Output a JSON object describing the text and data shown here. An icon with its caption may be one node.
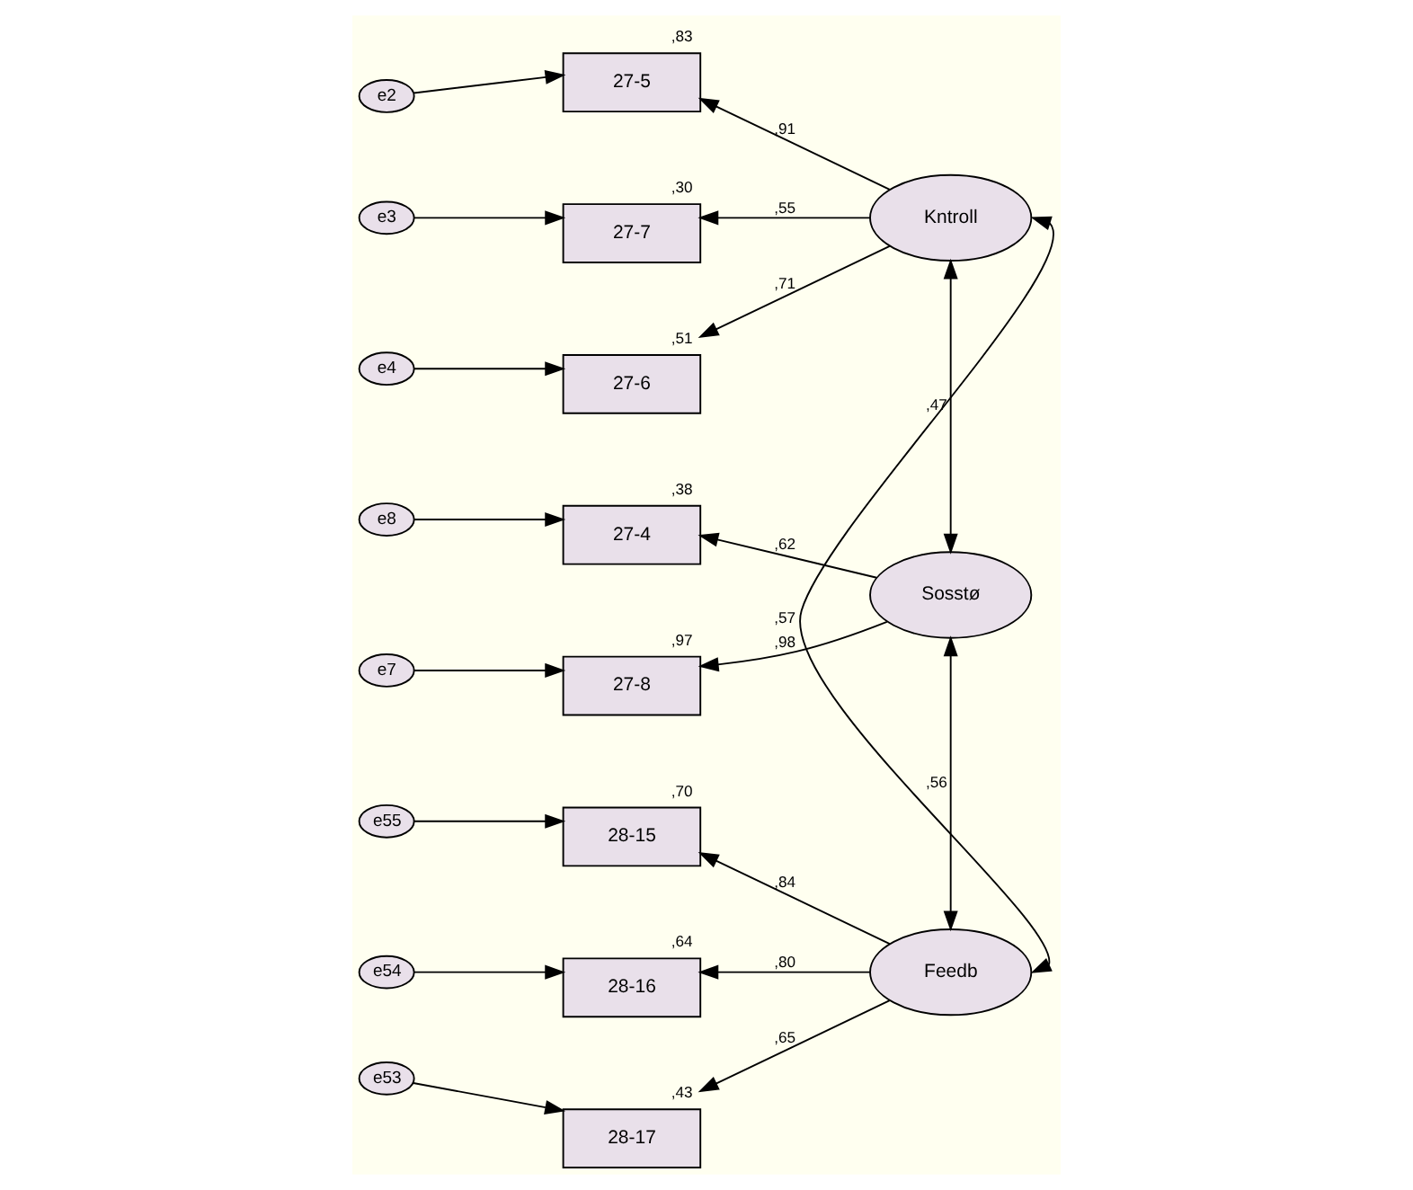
{
  "diagram": {
    "nodes": [
      {
        "text": [
          "e2"
        ]
      },
      {
        "text": [
          "27-5"
        ],
        "beside": [
          ",83"
        ]
      },
      {
        "text": [
          "e3"
        ]
      },
      {
        "text": [
          "27-7"
        ],
        "beside": [
          ",30"
        ]
      },
      {
        "text": [
          "Kntroll"
        ]
      },
      {
        "text": [
          "e4"
        ]
      },
      {
        "text": [
          "27-6"
        ],
        "beside": [
          ",51"
        ]
      },
      {
        "text": [
          "e8"
        ]
      },
      {
        "text": [
          "27-4"
        ],
        "beside": [
          ",38"
        ]
      },
      {
        "text": [
          "Sosstø"
        ]
      },
      {
        "text": [
          "e7"
        ]
      },
      {
        "text": [
          "27-8"
        ],
        "beside": [
          ",97"
        ]
      },
      {
        "text": [
          "e55"
        ]
      },
      {
        "text": [
          "28-15"
        ],
        "beside": [
          ",70"
        ]
      },
      {
        "text": [
          "e54"
        ]
      },
      {
        "text": [
          "28-16"
        ],
        "beside": [
          ",64"
        ]
      },
      {
        "text": [
          "Feedb"
        ]
      },
      {
        "text": [
          "e53"
        ]
      },
      {
        "text": [
          "28-17"
        ],
        "beside": [
          ",43"
        ]
      }
    ],
    "edges": [
      {
        "from": 0,
        "to": 1,
        "arrow": "to"
      },
      {
        "from": 2,
        "to": 3,
        "arrow": "to"
      },
      {
        "from": 5,
        "to": 6,
        "arrow": "to"
      },
      {
        "from": 7,
        "to": 8,
        "arrow": "to"
      },
      {
        "from": 10,
        "to": 11,
        "arrow": "to"
      },
      {
        "from": 12,
        "to": 13,
        "arrow": "to"
      },
      {
        "from": 14,
        "to": 15,
        "arrow": "to"
      },
      {
        "from": 17,
        "to": 18,
        "arrow": "to"
      },
      {
        "from": 4,
        "to": 1,
        "arrow": "to",
        "label": ",91"
      },
      {
        "from": 4,
        "to": 3,
        "arrow": "to",
        "label": ",55"
      },
      {
        "from": 4,
        "to": 6,
        "arrow": "to",
        "label": ",71"
      },
      {
        "from": 9,
        "to": 8,
        "arrow": "to",
        "label": ",62"
      },
      {
        "from": 9,
        "to": 11,
        "arrow": "to",
        "label": ",98"
      },
      {
        "from": 16,
        "to": 13,
        "arrow": "to",
        "label": ",84"
      },
      {
        "from": 16,
        "to": 15,
        "arrow": "to",
        "label": ",80"
      },
      {
        "from": 16,
        "to": 18,
        "arrow": "to",
        "label": ",65"
      },
      {
        "from": 4,
        "to": 9,
        "arrow": "both",
        "label": ",47"
      },
      {
        "from": 9,
        "to": 16,
        "arrow": "both",
        "label": ",56"
      },
      {
        "from": 4,
        "to": 16,
        "arrow": "both",
        "label": ",57"
      }
    ]
  }
}
